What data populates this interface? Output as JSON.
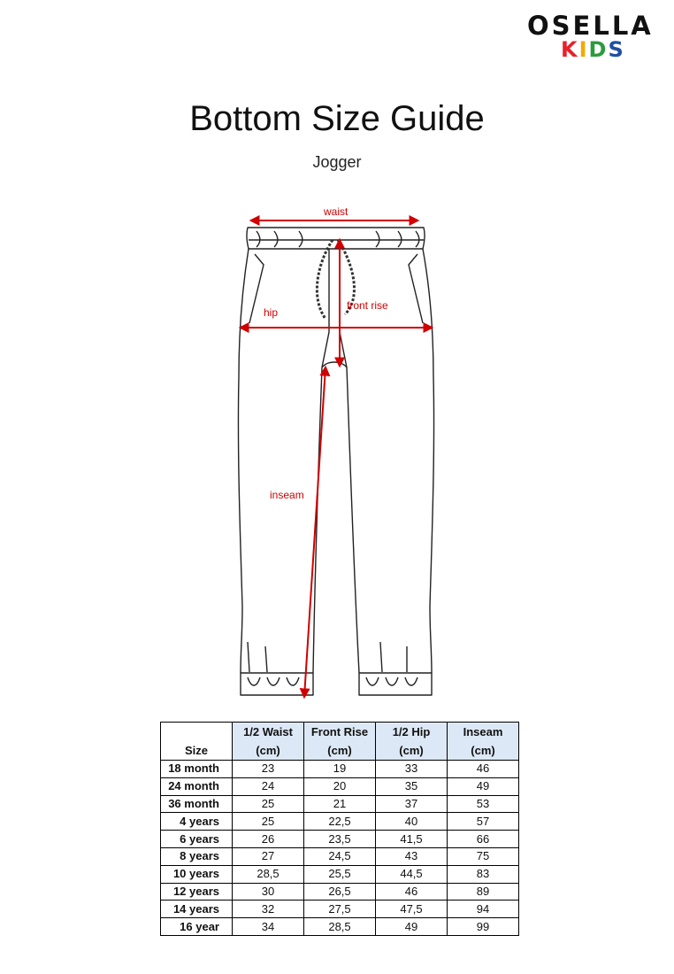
{
  "brand": {
    "name": "OSELLA",
    "sub_letters": [
      {
        "char": "K",
        "color": "#e8212a"
      },
      {
        "char": "I",
        "color": "#f5a800"
      },
      {
        "char": "D",
        "color": "#2b9b3f"
      },
      {
        "char": "S",
        "color": "#1f4fa3"
      }
    ]
  },
  "title": "Bottom Size Guide",
  "subtitle": "Jogger",
  "diagram": {
    "labels": {
      "waist": "waist",
      "hip": "hip",
      "front_rise": "front rise",
      "inseam": "inseam"
    },
    "accent_color": "#d10000"
  },
  "table": {
    "size_header": "Size",
    "columns": [
      {
        "name": "1/2 Waist",
        "unit": "(cm)"
      },
      {
        "name": "Front Rise",
        "unit": "(cm)"
      },
      {
        "name": "1/2 Hip",
        "unit": "(cm)"
      },
      {
        "name": "Inseam",
        "unit": "(cm)"
      }
    ],
    "rows": [
      [
        "18 month",
        "23",
        "19",
        "33",
        "46"
      ],
      [
        "24 month",
        "24",
        "20",
        "35",
        "49"
      ],
      [
        "36 month",
        "25",
        "21",
        "37",
        "53"
      ],
      [
        "4 years",
        "25",
        "22,5",
        "40",
        "57"
      ],
      [
        "6 years",
        "26",
        "23,5",
        "41,5",
        "66"
      ],
      [
        "8 years",
        "27",
        "24,5",
        "43",
        "75"
      ],
      [
        "10 years",
        "28,5",
        "25,5",
        "44,5",
        "83"
      ],
      [
        "12 years",
        "30",
        "26,5",
        "46",
        "89"
      ],
      [
        "14 years",
        "32",
        "27,5",
        "47,5",
        "94"
      ],
      [
        "16 year",
        "34",
        "28,5",
        "49",
        "99"
      ]
    ]
  }
}
